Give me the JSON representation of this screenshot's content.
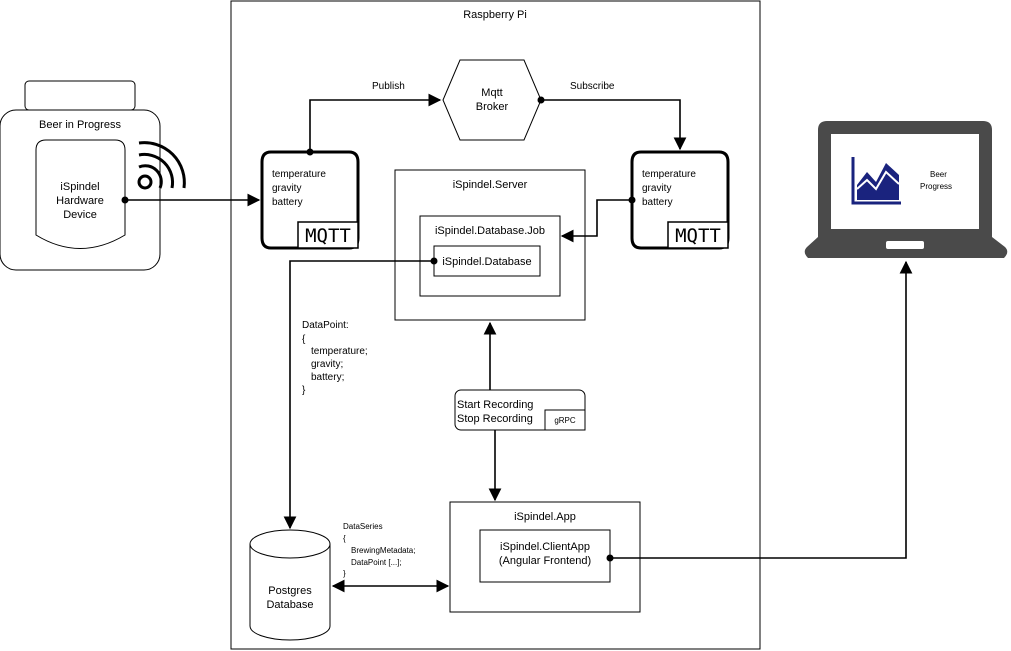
{
  "containers": {
    "raspberry_pi": "Raspberry Pi",
    "server": "iSpindel.Server",
    "database_job": "iSpindel.Database.Job",
    "database": "iSpindel.Database",
    "app": "iSpindel.App",
    "client_app_line1": "iSpindel.ClientApp",
    "client_app_line2": "(Angular Frontend)"
  },
  "device": {
    "title": "Beer in Progress",
    "line1": "iSpindel",
    "line2": "Hardware",
    "line3": "Device"
  },
  "broker": {
    "line1": "Mqtt",
    "line2": "Broker"
  },
  "edges": {
    "publish": "Publish",
    "subscribe": "Subscribe"
  },
  "mqtt_nodes": {
    "fields": [
      "temperature",
      "gravity",
      "battery"
    ],
    "badge": "MQTT"
  },
  "datapoint": {
    "title": "DataPoint:",
    "open": "{",
    "fields": [
      "temperature;",
      "gravity;",
      "battery;"
    ],
    "close": "}"
  },
  "grpc": {
    "start": "Start Recording",
    "stop": "Stop Recording",
    "badge": "gRPC"
  },
  "postgres": {
    "line1": "Postgres",
    "line2": "Database"
  },
  "dataseries": {
    "title": "DataSeries",
    "open": "{",
    "fields": [
      "BrewingMetadata;",
      "DataPoint [...];"
    ],
    "close": "}"
  },
  "laptop": {
    "line1": "Beer",
    "line2": "Progress",
    "accent": "#1a237e"
  }
}
